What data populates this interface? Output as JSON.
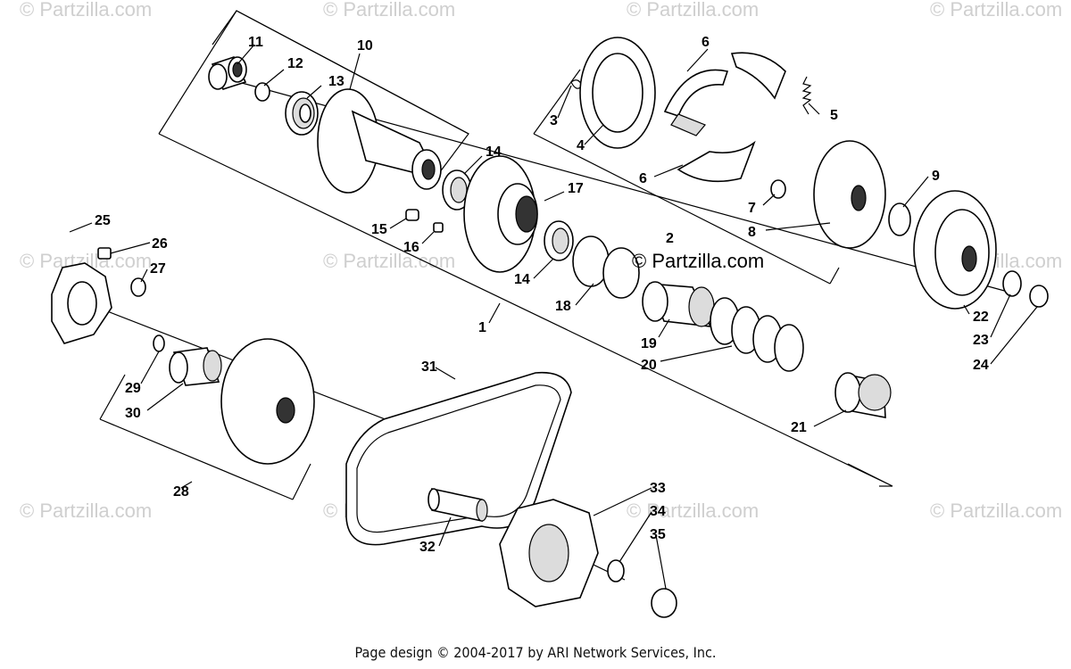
{
  "watermark": "© Partzilla.com",
  "brand": "© Partzilla.com",
  "footer": "Page design © 2004-2017 by ARI Network Services, Inc.",
  "callouts": [
    "1",
    "2",
    "3",
    "4",
    "5",
    "6",
    "6",
    "7",
    "8",
    "9",
    "10",
    "11",
    "12",
    "13",
    "14",
    "14",
    "15",
    "16",
    "17",
    "18",
    "19",
    "20",
    "21",
    "22",
    "23",
    "24",
    "25",
    "26",
    "27",
    "28",
    "29",
    "30",
    "31",
    "32",
    "33",
    "34",
    "35"
  ]
}
